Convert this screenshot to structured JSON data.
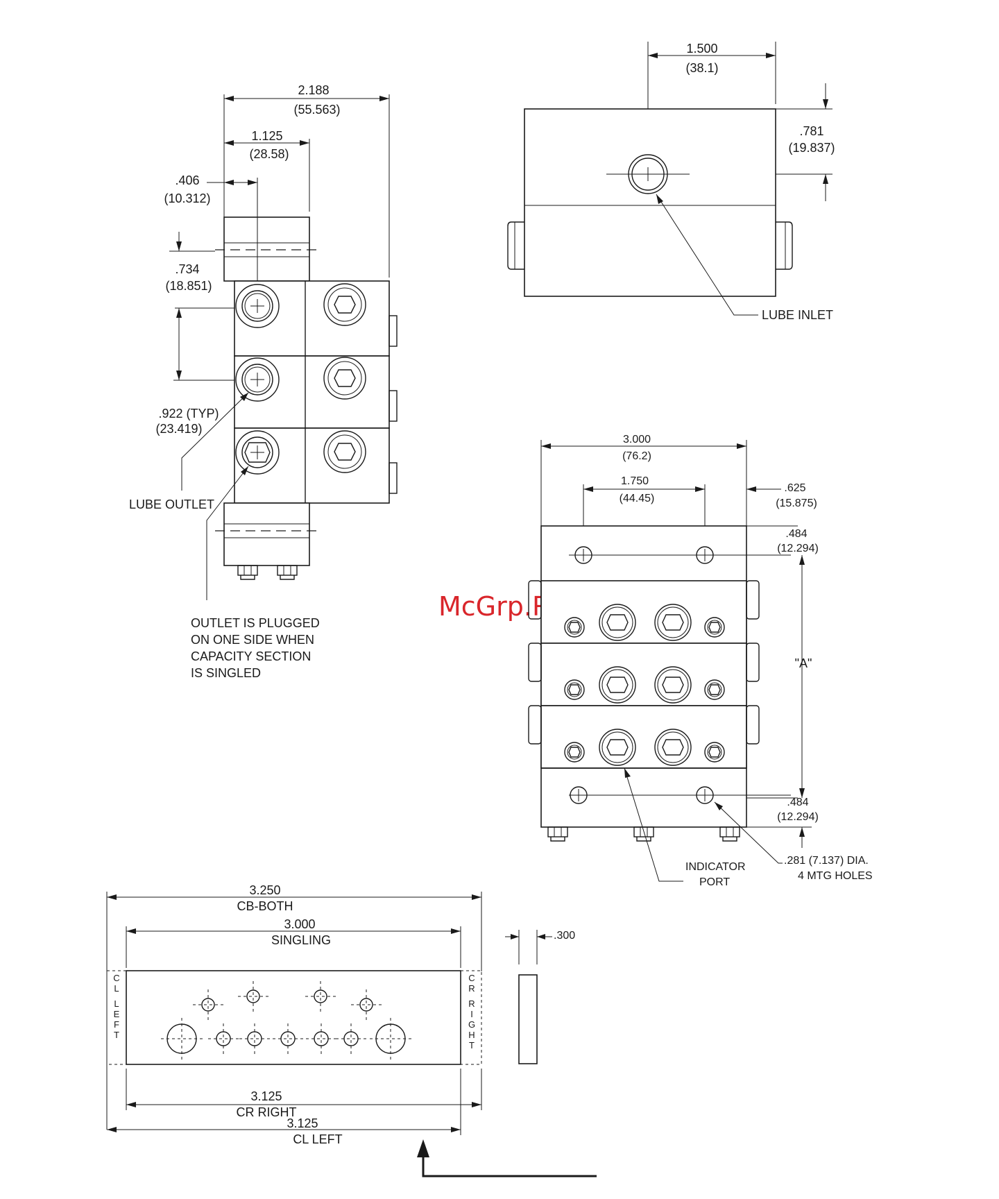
{
  "side_view": {
    "dim_overall": "2.188",
    "dim_overall_mm": "(55.563)",
    "dim_mid": "1.125",
    "dim_mid_mm": "(28.58)",
    "dim_small": ".406",
    "dim_small_mm": "(10.312)",
    "dim_vert": ".734",
    "dim_vert_mm": "(18.851)",
    "dim_pitch": ".922 (TYP)",
    "dim_pitch_mm": "(23.419)",
    "label_outlet": "LUBE OUTLET",
    "note_line1": "OUTLET IS PLUGGED",
    "note_line2": "ON ONE SIDE WHEN",
    "note_line3": "CAPACITY SECTION",
    "note_line4": "IS SINGLED"
  },
  "top_view": {
    "dim_width": "1.500",
    "dim_width_mm": "(38.1)",
    "dim_height": ".781",
    "dim_height_mm": "(19.837)",
    "label_inlet": "LUBE INLET"
  },
  "front_view": {
    "dim_overall": "3.000",
    "dim_overall_mm": "(76.2)",
    "dim_holes": "1.750",
    "dim_holes_mm": "(44.45)",
    "dim_edge": ".625",
    "dim_edge_mm": "(15.875)",
    "dim_top": ".484",
    "dim_top_mm": "(12.294)",
    "dim_a": "\"A\"",
    "dim_bottom": ".484",
    "dim_bottom_mm": "(12.294)",
    "hole_spec_line1": ".281 (7.137) DIA.",
    "hole_spec_line2": "4 MTG HOLES",
    "label_indicator_1": "INDICATOR",
    "label_indicator_2": "PORT"
  },
  "plate_view": {
    "dim_both": "3.250",
    "label_both": "CB-BOTH",
    "dim_singling": "3.000",
    "label_singling": "SINGLING",
    "dim_cr": "3.125",
    "label_cr": "CR RIGHT",
    "dim_cl": "3.125",
    "label_cl": "CL LEFT",
    "side_left": "CL LEFT",
    "side_right": "CR RIGHT",
    "dim_thickness": ".300"
  },
  "watermark": "McGrp.Ru"
}
